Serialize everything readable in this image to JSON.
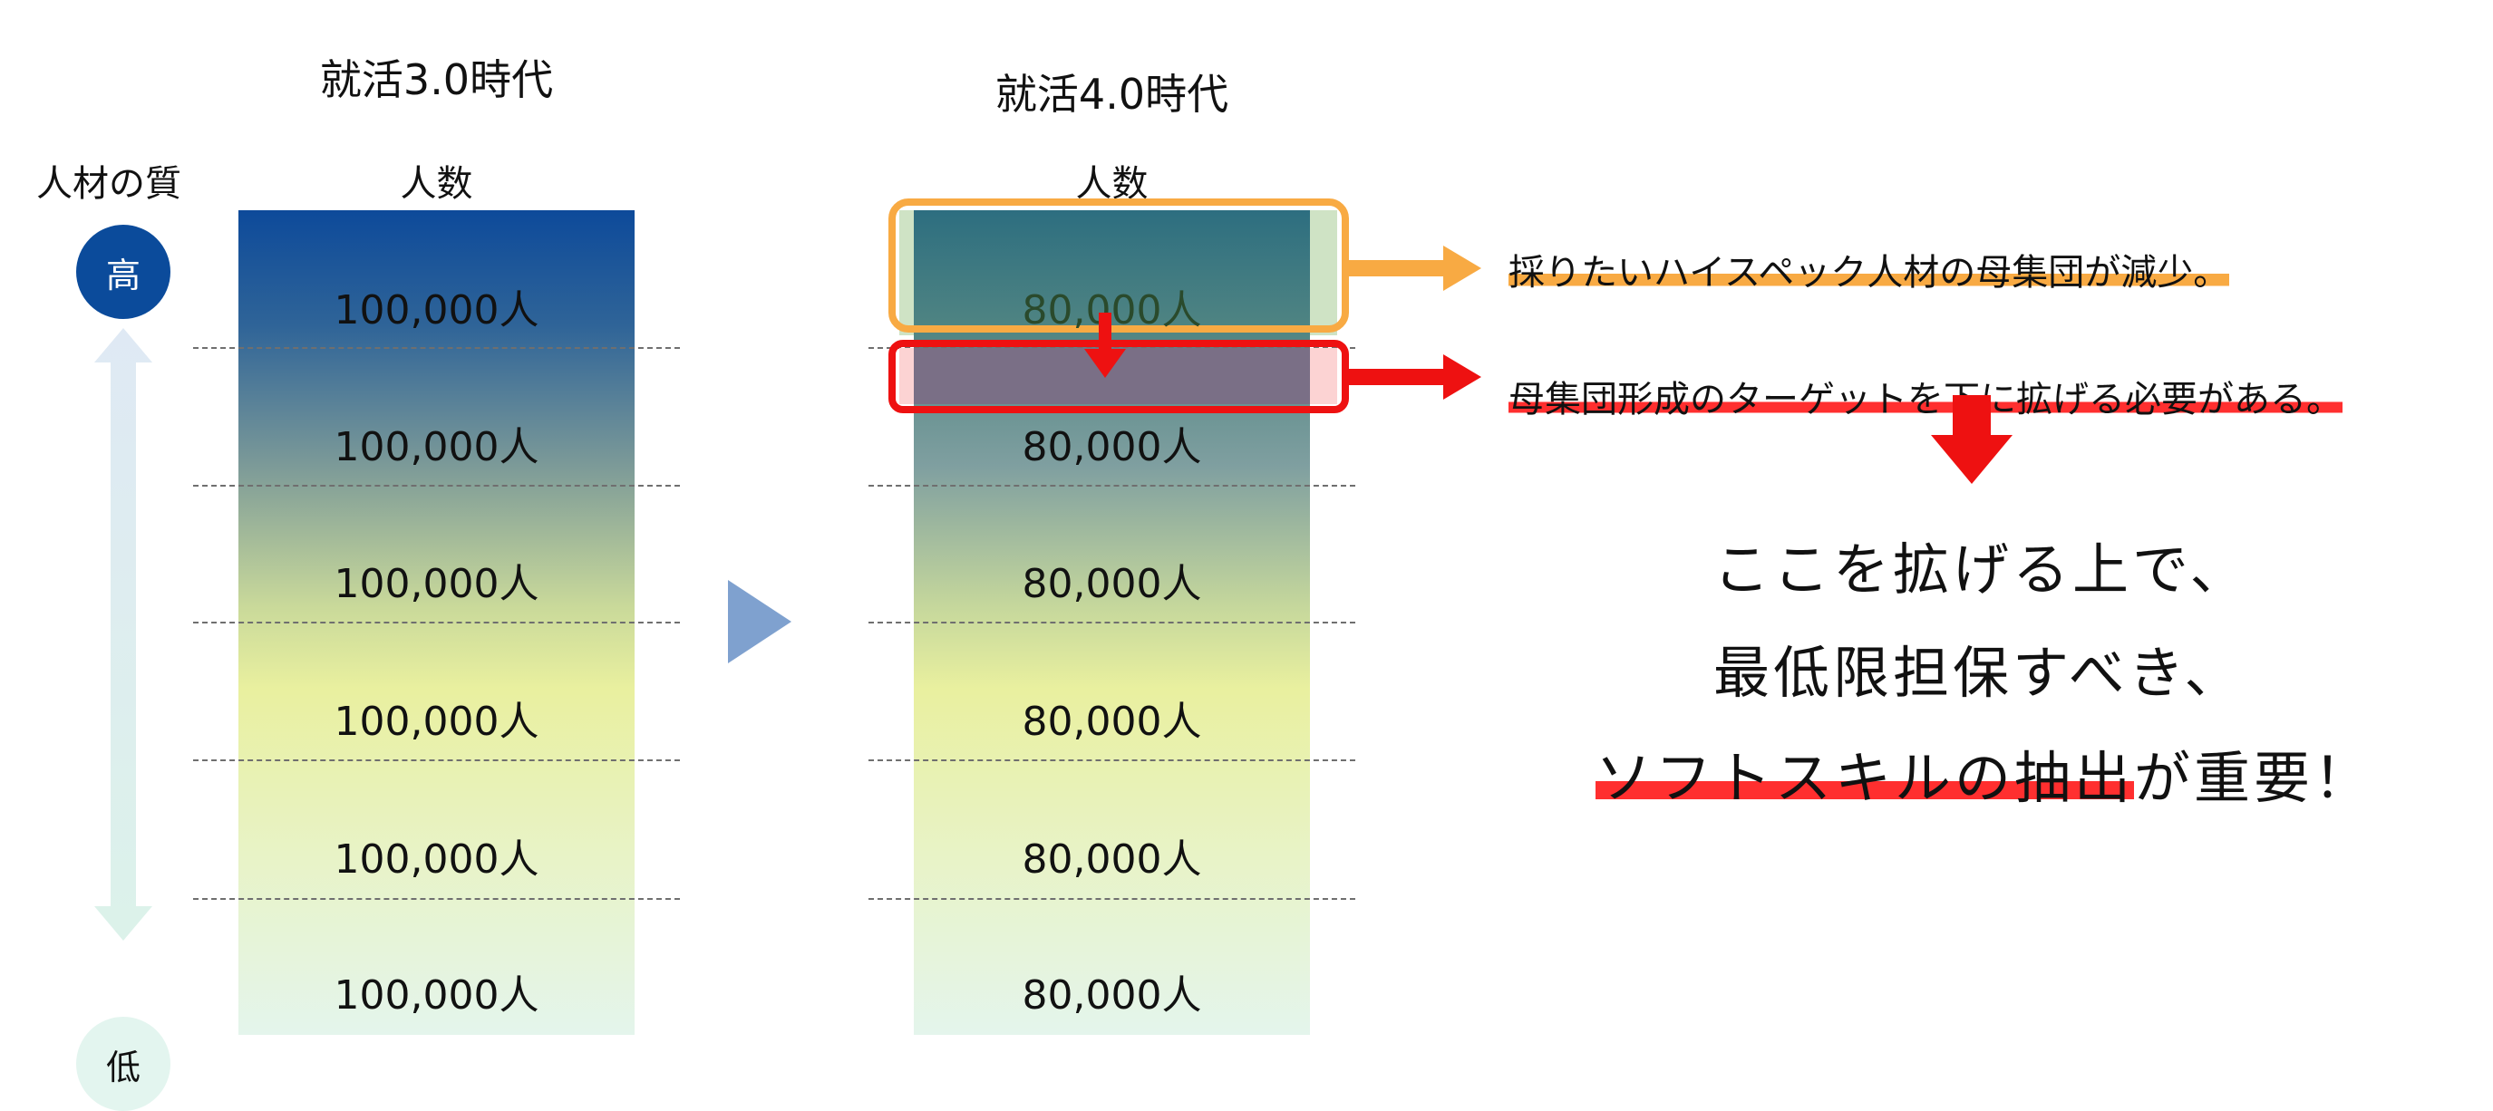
{
  "era_left": {
    "title": "就活3.0時代",
    "column_header": "人数"
  },
  "era_right": {
    "title": "就活4.0時代",
    "column_header": "人数"
  },
  "axis": {
    "label": "人材の質",
    "high": "高",
    "low": "低"
  },
  "left_cells": [
    "100,000人",
    "100,000人",
    "100,000人",
    "100,000人",
    "100,000人",
    "100,000人"
  ],
  "right_cells": [
    "80,000人",
    "80,000人",
    "80,000人",
    "80,000人",
    "80,000人",
    "80,000人"
  ],
  "notes": {
    "shrink": "採りたいハイスペック人材の母集団が減少。",
    "expand": "母集団形成のターゲットを下に拡げる必要がある。"
  },
  "conclusion": {
    "line1": "ここを拡げる上で、",
    "line2": "最低限担保すべき、",
    "line3_highlight": "ソフトスキルの抽出",
    "line3_rest": "が重要！"
  },
  "colors": {
    "highlight_orange": "#f8aa43",
    "highlight_red": "#ff2f2f",
    "axis_high": "#0b4b9b",
    "axis_low": "#e3f5ef",
    "transition_arrow": "#7fa1cf"
  }
}
